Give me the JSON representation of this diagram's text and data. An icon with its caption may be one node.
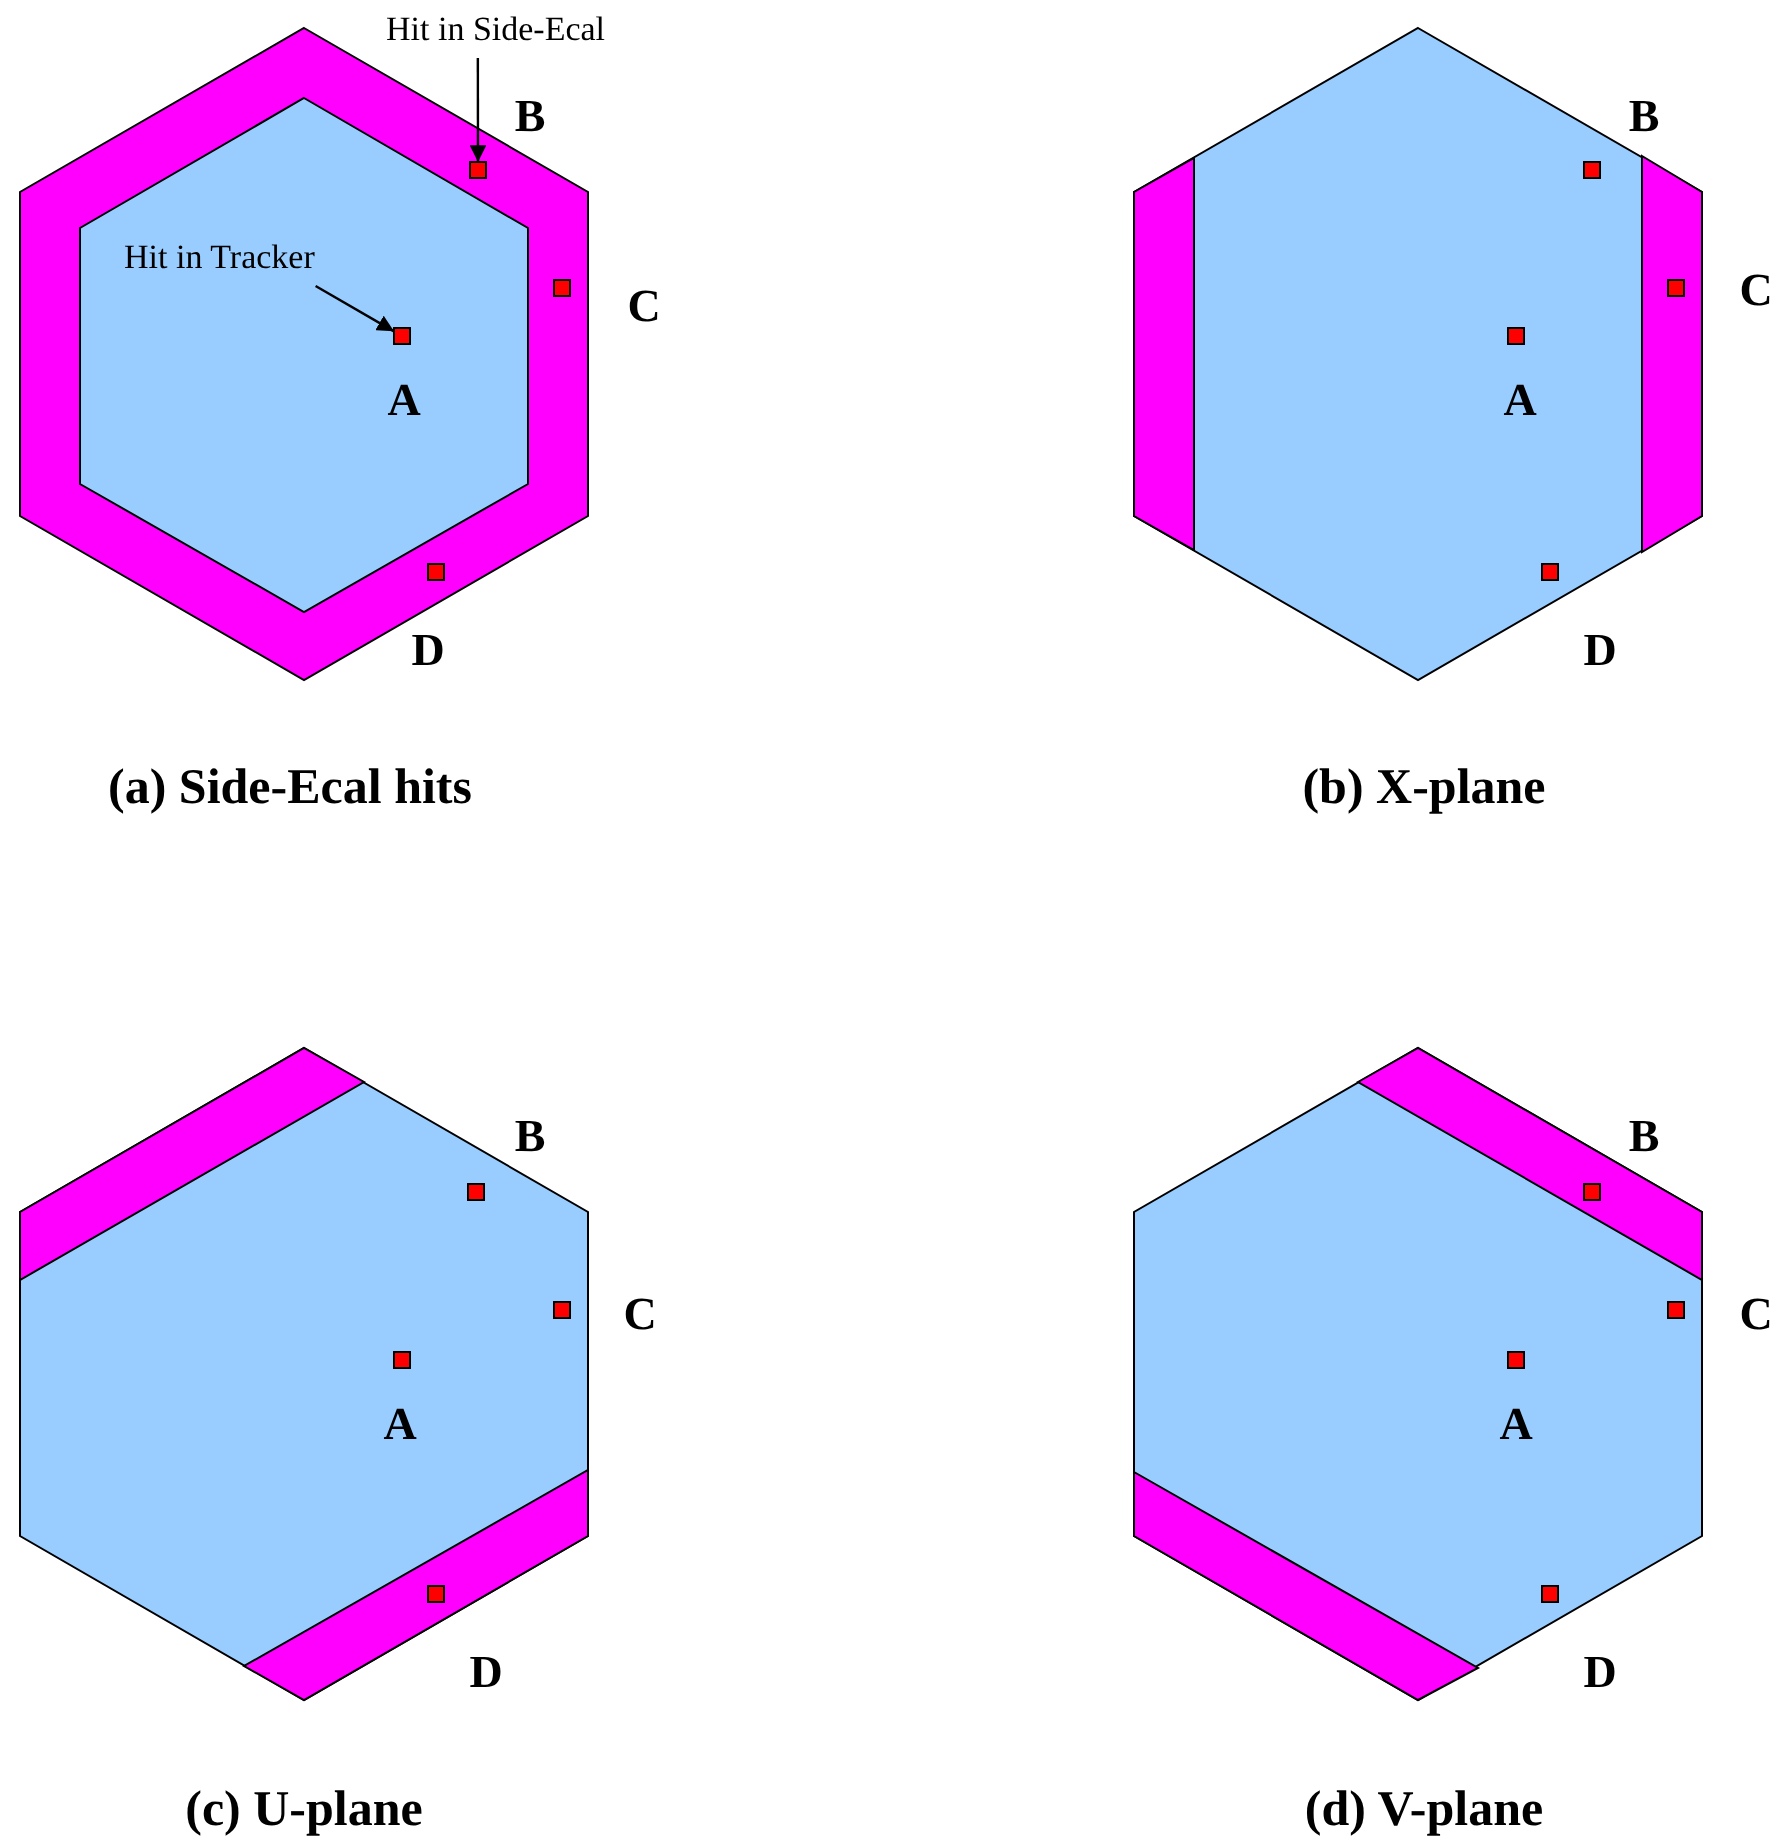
{
  "diagram": {
    "nodes": [
      {
        "text": [
          "Hit in Side-Ecal"
        ]
      },
      {
        "text": [],
        "shape": "box"
      },
      {
        "text": [
          "Hit in Tracker"
        ]
      },
      {
        "text": [],
        "shape": "box"
      }
    ],
    "edges": [
      {
        "from": 0,
        "to": 1,
        "arrow": "to"
      },
      {
        "from": 2,
        "to": 3,
        "arrow": "to"
      }
    ],
    "labels": [
      "B",
      "C",
      "A",
      "D",
      "(a) Side-Ecal hits",
      "B",
      "C",
      "A",
      "D",
      "(b) X-plane",
      "B",
      "C",
      "A",
      "D",
      "(c) U-plane",
      "B",
      "C",
      "A",
      "D",
      "(d) V-plane"
    ]
  }
}
